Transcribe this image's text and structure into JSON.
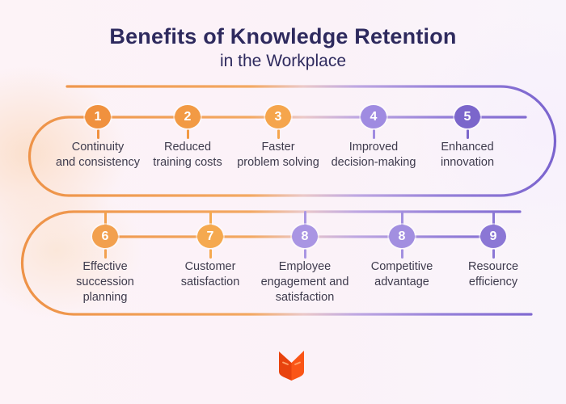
{
  "title": {
    "line1": "Benefits of Knowledge Retention",
    "line2": "in the Workplace"
  },
  "rows": [
    {
      "items": [
        {
          "number": "1",
          "label": "Continuity\nand consistency",
          "color": "#F0913E"
        },
        {
          "number": "2",
          "label": "Reduced\ntraining costs",
          "color": "#F29A44"
        },
        {
          "number": "3",
          "label": "Faster\nproblem solving",
          "color": "#F5A54C"
        },
        {
          "number": "4",
          "label": "Improved\ndecision-making",
          "color": "#9F8BE1"
        },
        {
          "number": "5",
          "label": "Enhanced\ninnovation",
          "color": "#7B66CB"
        }
      ]
    },
    {
      "items": [
        {
          "number": "6",
          "label": "Effective\nsuccession\nplanning",
          "color": "#F2A04E"
        },
        {
          "number": "7",
          "label": "Customer\nsatisfaction",
          "color": "#F5A94F"
        },
        {
          "number": "8",
          "label": "Employee\nengagement and\nsatisfaction",
          "color": "#A995E3"
        },
        {
          "number": "8",
          "label": "Competitive\nadvantage",
          "color": "#A28FE0"
        },
        {
          "number": "9",
          "label": "Resource\nefficiency",
          "color": "#8B77D5"
        }
      ]
    }
  ],
  "logo": {
    "icon": "fox-book-logo",
    "color_left": "#E8430E",
    "color_right": "#FA5517",
    "eye_color": "#FFA36B"
  },
  "colors": {
    "accent_orange": "#EE9348",
    "accent_purple": "#7A63CE",
    "title_text": "#2E2A5E",
    "label_text": "#3E3B4D",
    "background": "#FCF3F7"
  }
}
